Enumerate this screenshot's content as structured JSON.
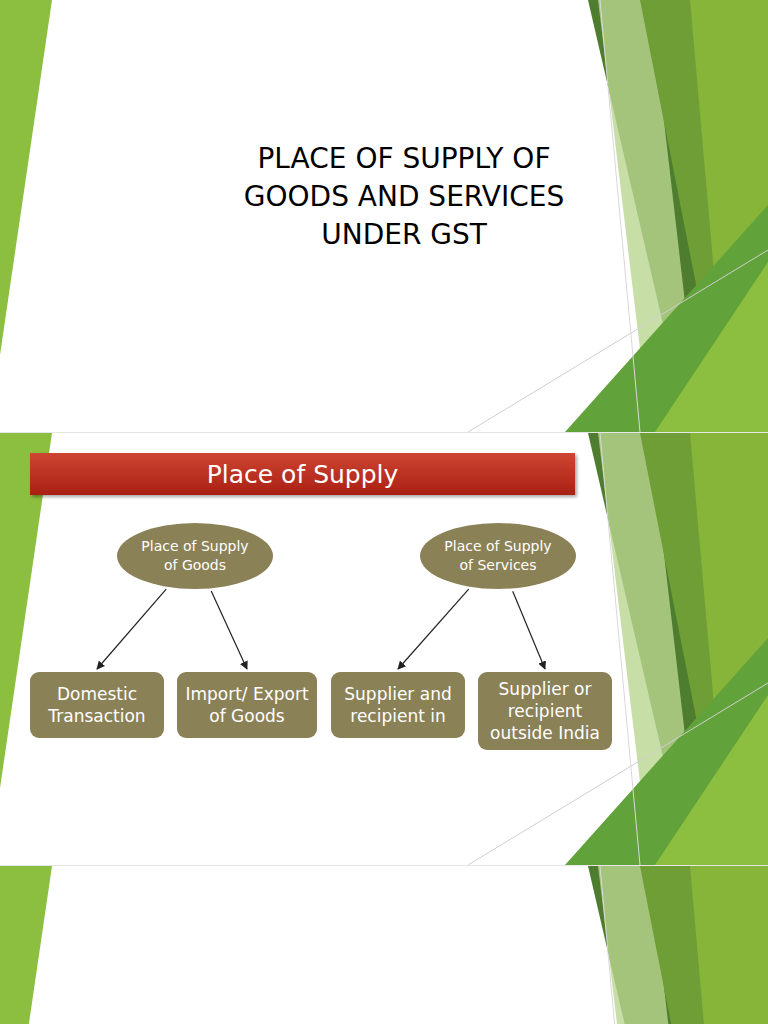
{
  "diagram": {
    "title": "PLACE OF SUPPLY OF GOODS AND SERVICES UNDER GST",
    "nodes": [
      {
        "text": [
          "Place of Supply"
        ]
      },
      {
        "text": [
          "Place of Supply of Goods"
        ]
      },
      {
        "text": [
          "Place of Supply of Services"
        ]
      },
      {
        "text": [
          "Domestic Transaction"
        ]
      },
      {
        "text": [
          "Import/ Export of Goods"
        ]
      },
      {
        "text": [
          "Supplier and recipient in"
        ]
      },
      {
        "text": [
          "Supplier or recipient outside India"
        ]
      }
    ],
    "edges": [
      {
        "from": 1,
        "to": 3,
        "arrow": "to"
      },
      {
        "from": 1,
        "to": 4,
        "arrow": "to"
      },
      {
        "from": 2,
        "to": 5,
        "arrow": "to"
      },
      {
        "from": 2,
        "to": 6,
        "arrow": "to"
      }
    ]
  }
}
